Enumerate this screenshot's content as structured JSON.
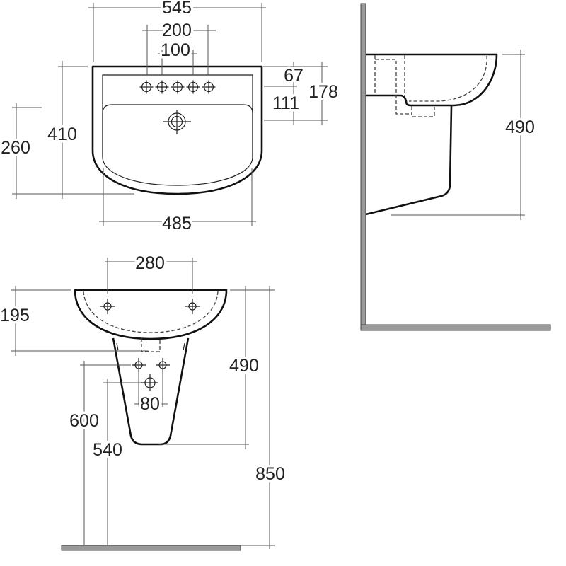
{
  "plan_view": {
    "overall_width": "545",
    "tap_hole_outer_spacing": "200",
    "tap_hole_inner_spacing": "100",
    "tap_hole_from_back": "67",
    "waste_from_tap_holes": "111",
    "waste_from_back": "178",
    "projection": "410",
    "pedestal_projection": "260",
    "bowl_width": "485"
  },
  "front_view": {
    "fixing_centres": "280",
    "basin_depth": "195",
    "pedestal_height": "490",
    "supply_height": "600",
    "waste_height": "540",
    "supply_centres": "80",
    "rim_height": "850"
  },
  "side_view": {
    "pedestal_height": "490"
  },
  "colors": {
    "line": "#111111",
    "dimension": "#555555",
    "wall": "#9a9a9a"
  }
}
